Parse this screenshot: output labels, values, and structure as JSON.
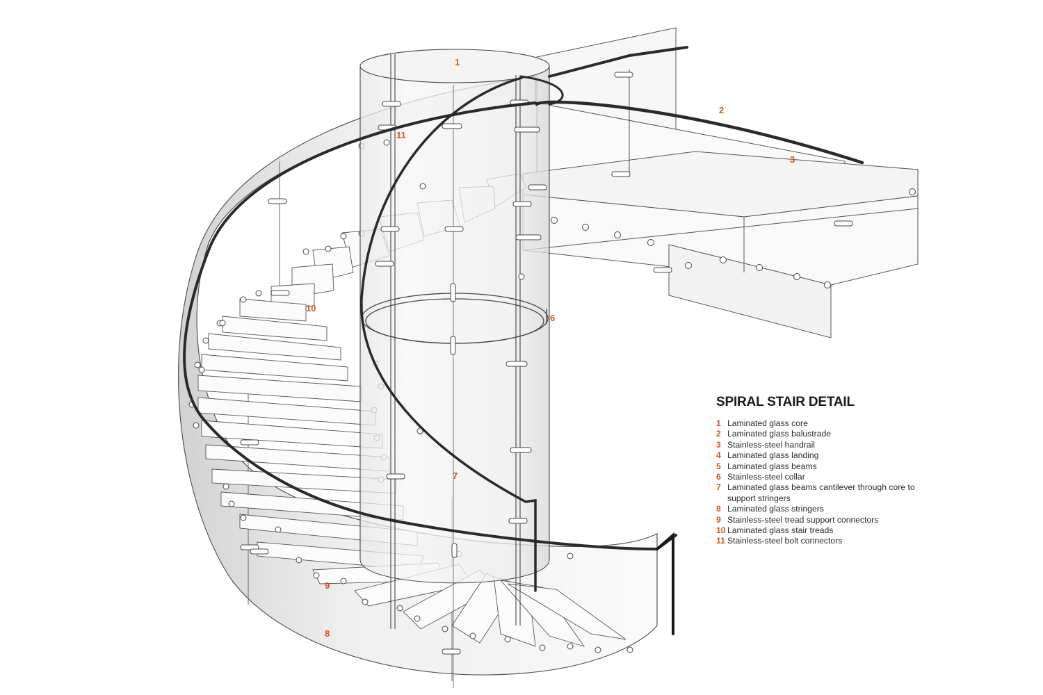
{
  "diagram": {
    "callouts": [
      {
        "id": "1",
        "text": "1"
      },
      {
        "id": "2",
        "text": "2"
      },
      {
        "id": "3",
        "text": "3"
      },
      {
        "id": "6",
        "text": "6"
      },
      {
        "id": "7",
        "text": "7"
      },
      {
        "id": "8",
        "text": "8"
      },
      {
        "id": "9",
        "text": "9"
      },
      {
        "id": "10",
        "text": "10"
      },
      {
        "id": "11",
        "text": "11"
      }
    ],
    "accent_color": "#d4561c",
    "line_color": "#333333"
  },
  "legend": {
    "title": "SPIRAL STAIR DETAIL",
    "items": [
      {
        "num": "1",
        "text": "Laminated glass core"
      },
      {
        "num": "2",
        "text": "Laminated glass balustrade"
      },
      {
        "num": "3",
        "text": "Stainless-steel handrail"
      },
      {
        "num": "4",
        "text": "Laminated glass landing"
      },
      {
        "num": "5",
        "text": "Laminated glass beams"
      },
      {
        "num": "6",
        "text": "Stainless-steel collar"
      },
      {
        "num": "7",
        "text": "Laminated glass beams cantilever through core to support stringers"
      },
      {
        "num": "8",
        "text": "Laminated glass stringers"
      },
      {
        "num": "9",
        "text": "Stainless-steel tread support connectors"
      },
      {
        "num": "10",
        "text": "Laminated glass stair treads"
      },
      {
        "num": "11",
        "text": "Stainless-steel bolt connectors"
      }
    ]
  }
}
